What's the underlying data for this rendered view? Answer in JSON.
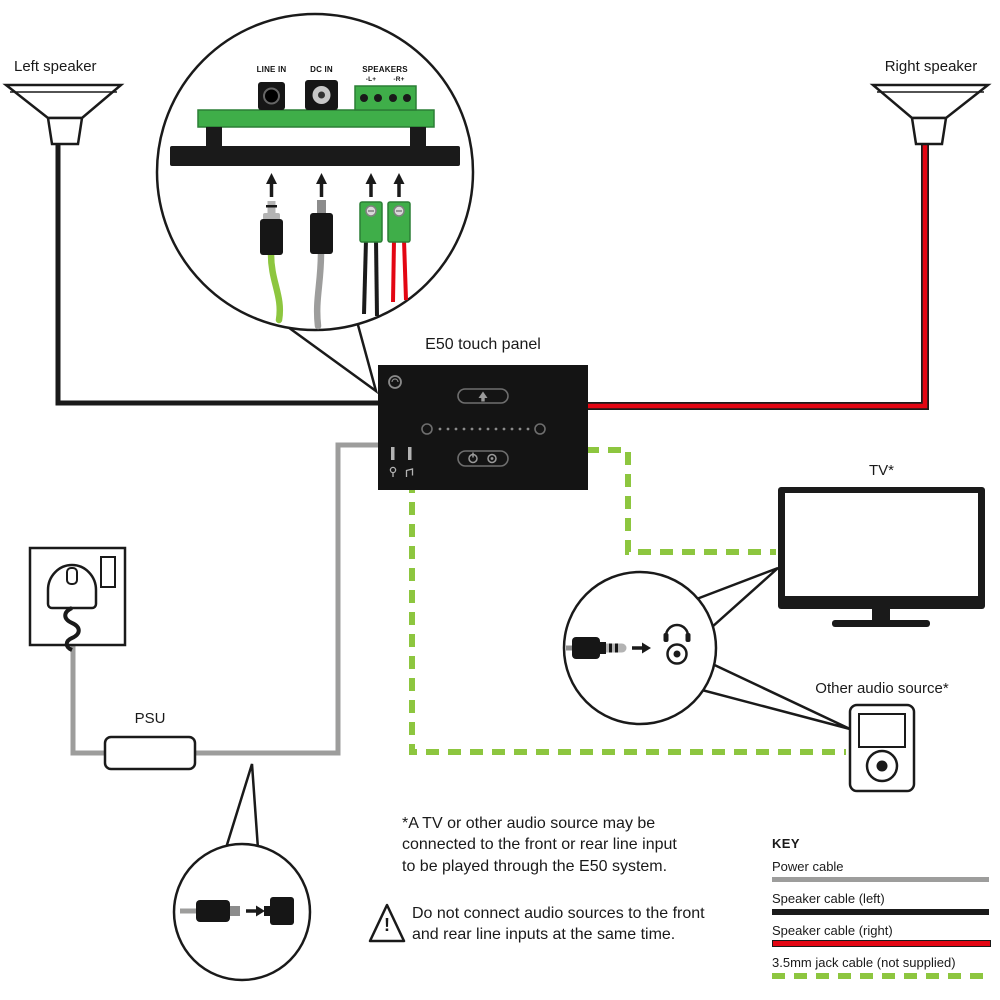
{
  "labels": {
    "left_speaker": "Left speaker",
    "right_speaker": "Right speaker",
    "touch_panel": "E50 touch panel",
    "psu": "PSU",
    "tv": "TV*",
    "other_audio_source": "Other audio source*"
  },
  "rear_panel_detail": {
    "line_in": "LINE IN",
    "dc_in": "DC IN",
    "speakers": "SPEAKERS",
    "terminal_left": "-L+",
    "terminal_right": "-R+"
  },
  "notes": {
    "footnote": "*A TV or other audio source may be\nconnected to the front or rear line input\nto be played through the E50 system.",
    "warning": "Do not connect audio sources to the front\nand rear line inputs at the same time.",
    "warning_symbol": "!"
  },
  "key": {
    "title": "KEY",
    "entries": [
      {
        "label": "Power cable",
        "color": "#9d9d9c",
        "style": "solid"
      },
      {
        "label": "Speaker cable (left)",
        "color": "#1a1a1a",
        "style": "solid"
      },
      {
        "label": "Speaker cable (right)",
        "color": "#e30613",
        "style": "solid"
      },
      {
        "label": "3.5mm jack cable (not supplied)",
        "color": "#8dc63f",
        "style": "dashed"
      }
    ]
  },
  "colors": {
    "power_cable": "#9d9d9c",
    "speaker_left_cable": "#1a1a1a",
    "speaker_right_cable": "#e30613",
    "jack_cable": "#8dc63f",
    "panel": "#141414",
    "pcb": "#3fae49"
  }
}
